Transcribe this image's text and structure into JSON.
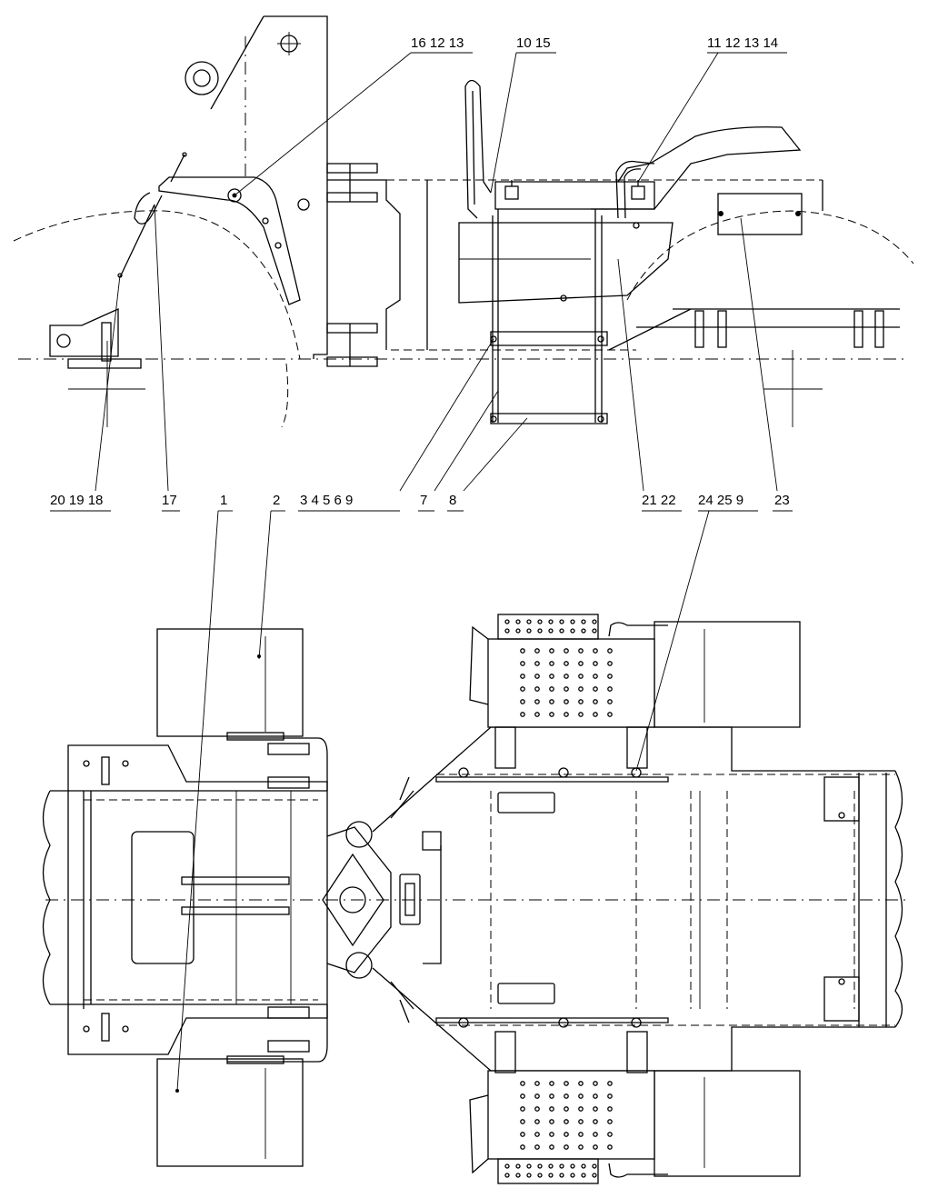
{
  "callouts": {
    "c_16_12_13": "16 12 13",
    "c_10_15": "10 15",
    "c_11_12_13_14": "11 12 13 14",
    "c_20_19_18": "20 19 18",
    "c_17": "17",
    "c_1": "1",
    "c_2": "2",
    "c_3_4_5_6_9": "3  4  5  6  9",
    "c_7": "7",
    "c_8": "8",
    "c_21_22": "21 22",
    "c_24_25_9": "24 25  9",
    "c_23": "23"
  }
}
